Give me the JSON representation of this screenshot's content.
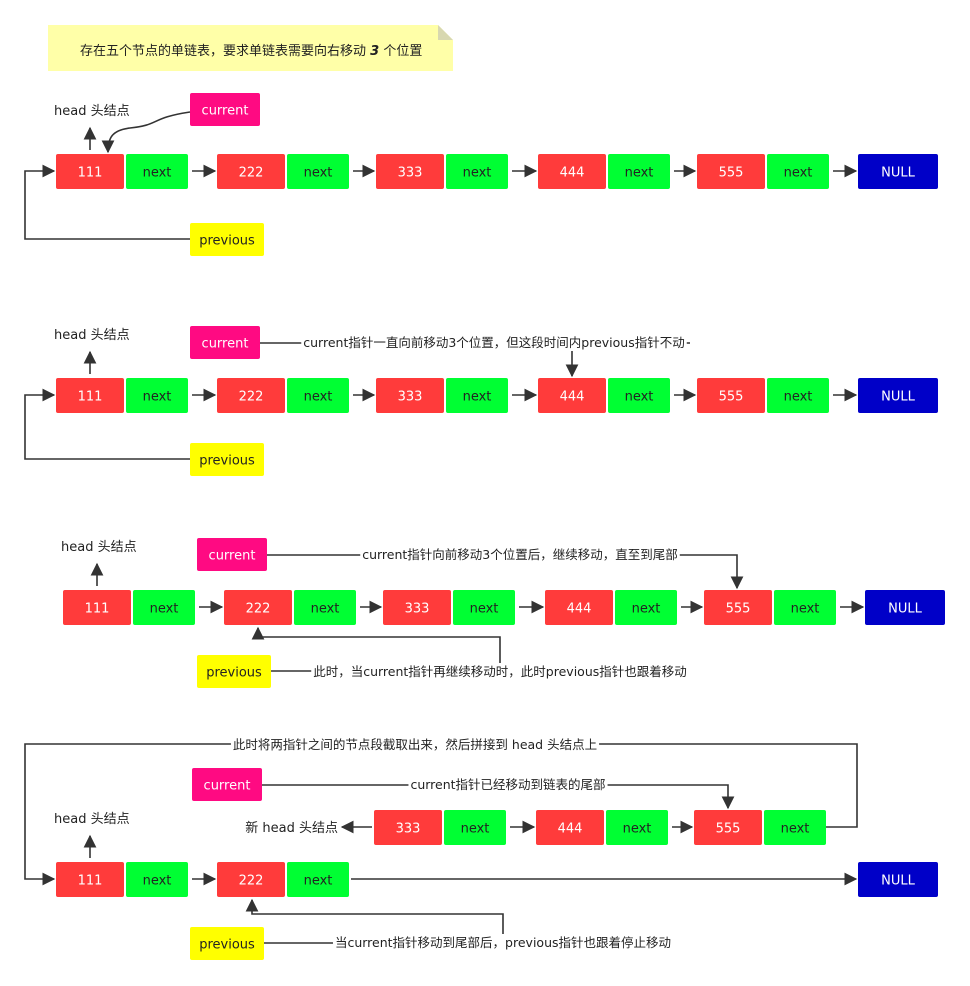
{
  "title": "存在五个节点的单链表，要求单链表需要向右移动",
  "title_number": "3",
  "title_suffix": "个位置",
  "colors": {
    "node": "#ff3b3b",
    "next": "#00ff33",
    "null": "#0000c8",
    "current": "#ff0a82",
    "previous": "#ffff00",
    "note": "#ffffa8"
  },
  "labels": {
    "next": "next",
    "null": "NULL",
    "current": "current",
    "previous": "previous",
    "head": "head 头结点",
    "new_head": "新 head 头结点"
  },
  "nodes": [
    "111",
    "222",
    "333",
    "444",
    "555"
  ],
  "annotations": {
    "step2_current": "current指针一直向前移动3个位置，但这段时间内previous指针不动",
    "step3_current": "current指针向前移动3个位置后，继续移动，直至到尾部",
    "step3_previous": "此时，当current指针再继续移动时，此时previous指针也跟着移动",
    "step4_top": "此时将两指针之间的节点段截取出来，然后拼接到 head 头结点上",
    "step4_current": "current指针已经移动到链表的尾部",
    "step4_previous": "当current指针移动到尾部后，previous指针也跟着停止移动"
  }
}
